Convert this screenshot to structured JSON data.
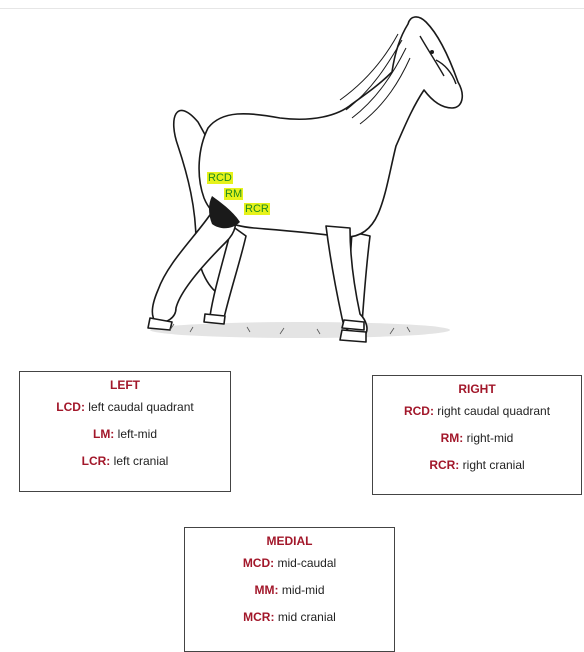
{
  "diagram": {
    "labels": {
      "rcd": "RCD",
      "rm": "RM",
      "rcr": "RCR"
    }
  },
  "legend": {
    "left": {
      "title": "LEFT",
      "items": [
        {
          "code": "LCD:",
          "desc": "left caudal quadrant"
        },
        {
          "code": "LM:",
          "desc": "left-mid"
        },
        {
          "code": "LCR:",
          "desc": "left cranial"
        }
      ]
    },
    "right": {
      "title": "RIGHT",
      "items": [
        {
          "code": "RCD:",
          "desc": "right caudal quadrant"
        },
        {
          "code": "RM:",
          "desc": "right-mid"
        },
        {
          "code": "RCR:",
          "desc": "right cranial"
        }
      ]
    },
    "medial": {
      "title": "MEDIAL",
      "items": [
        {
          "code": "MCD:",
          "desc": "mid-caudal"
        },
        {
          "code": "MM:",
          "desc": "mid-mid"
        },
        {
          "code": "MCR:",
          "desc": "mid cranial"
        }
      ]
    }
  },
  "colors": {
    "accent": "#a2172a",
    "highlight": "#e6f21a",
    "highlight_text": "#1e8a1e"
  }
}
